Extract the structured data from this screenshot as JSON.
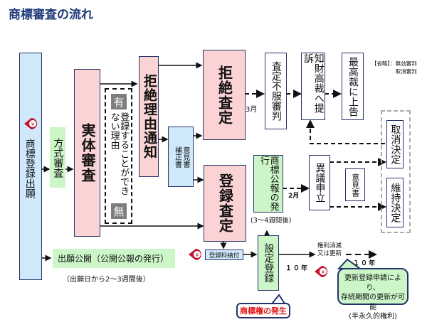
{
  "title": "商標審査の流れ",
  "colors": {
    "title": "#1f3a78",
    "box_border": "#26336b",
    "pink": "#fbd3d4",
    "blue": "#cfe9fb",
    "green": "#ccf5c8",
    "yen_icon": "#c4122f",
    "red_text": "#e01010"
  },
  "nodes": {
    "application": "商標登録出願",
    "formality_exam": "方式審査",
    "substantive_exam": "実体審査",
    "refusal_reasons_label": "登録することができない理由",
    "has_tag": "有",
    "none_tag": "無",
    "refusal_notice": "拒絶理由通知",
    "written_opinion": "意見書",
    "amendment": "補正書",
    "refusal_decision": "拒絶査定",
    "registration_decision": "登録査定",
    "appeal": "査定不服審判",
    "ip_high_court": "知財高裁へ提訴",
    "supreme_court": "最高裁に上告",
    "omitted_note_1": "【省略】：無効審判",
    "omitted_note_2": "取消審判",
    "gazette": "商標公報の発行",
    "gazette_timing": "(3～4週間後)",
    "opposition": "異議申立",
    "opposition_opinion": "意見書",
    "cancel_decision": "取消決定",
    "maintain_decision": "維持決定",
    "publication": "出願公開（公開公報の発行）",
    "publication_timing": "（出願日から2～3週間後）",
    "fee_payment": "登録料納付",
    "registration": "設定登録",
    "right_arises": "商標権の発生",
    "expiry_renewal_1": "権利消滅",
    "expiry_renewal_2": "又は更新",
    "renewal_note_1": "更新登録申請により、",
    "renewal_note_2": "存続期間の更新が可能",
    "renewal_note_3": "(半永久的権利)"
  },
  "edge_labels": {
    "appeal_period": "3月",
    "opposition_period": "2月",
    "term_first": "１０年",
    "term_renewal": "１０年"
  },
  "icons": {
    "fee": "yen-icon"
  }
}
